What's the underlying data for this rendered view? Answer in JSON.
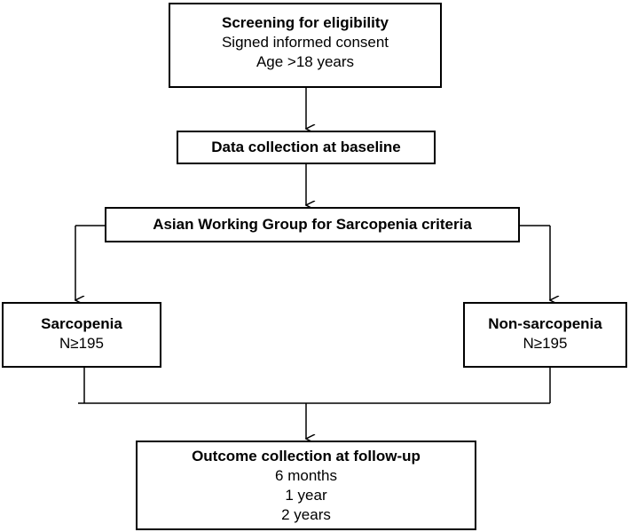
{
  "screening": {
    "title": "Screening for eligibility",
    "lines": [
      "Signed informed consent",
      "Age >18 years"
    ]
  },
  "baseline": {
    "title": "Data collection at baseline"
  },
  "criteria": {
    "title": "Asian Working Group for Sarcopenia criteria"
  },
  "sarcopenia": {
    "title": "Sarcopenia",
    "n": "N≥195"
  },
  "non_sarcopenia": {
    "title": "Non-sarcopenia",
    "n": "N≥195"
  },
  "outcome": {
    "title": "Outcome collection at follow-up",
    "lines": [
      "6 months",
      "1 year",
      "2 years"
    ]
  }
}
